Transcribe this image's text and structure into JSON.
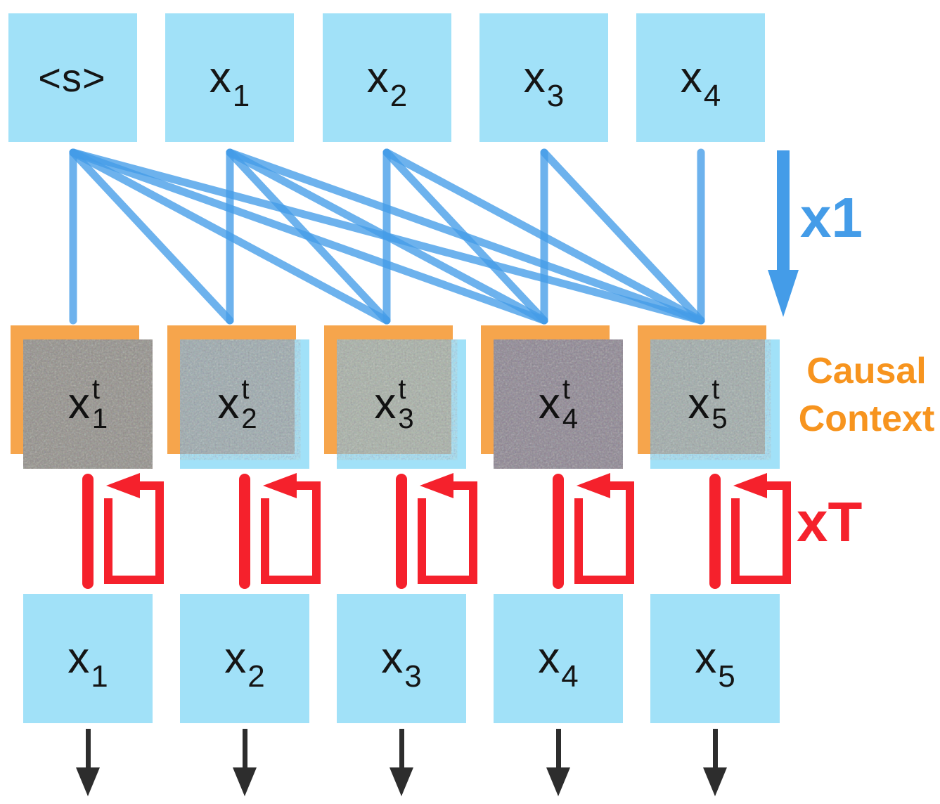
{
  "colors": {
    "box_blue": "#A1E1F8",
    "line_blue": "#449CE8",
    "orange": "#F6A54C",
    "orange_text": "#F7941E",
    "red": "#F5212C"
  },
  "top_row": [
    {
      "text": "<s>",
      "sub": ""
    },
    {
      "text": "x",
      "sub": "1"
    },
    {
      "text": "x",
      "sub": "2"
    },
    {
      "text": "x",
      "sub": "3"
    },
    {
      "text": "x",
      "sub": "4"
    }
  ],
  "middle_row": [
    {
      "base": "x",
      "sup": "t",
      "sub": "1",
      "noise": "full",
      "noise_color": "#918E88"
    },
    {
      "base": "x",
      "sup": "t",
      "sub": "2",
      "noise": "partial",
      "noise_color": "#9BA5A7"
    },
    {
      "base": "x",
      "sup": "t",
      "sub": "3",
      "noise": "partial",
      "noise_color": "#A8AC9F"
    },
    {
      "base": "x",
      "sup": "t",
      "sub": "4",
      "noise": "full",
      "noise_color": "#8B8390"
    },
    {
      "base": "x",
      "sup": "t",
      "sub": "5",
      "noise": "partial",
      "noise_color": "#9FA7A3"
    }
  ],
  "bottom_row": [
    {
      "text": "x",
      "sub": "1"
    },
    {
      "text": "x",
      "sub": "2"
    },
    {
      "text": "x",
      "sub": "3"
    },
    {
      "text": "x",
      "sub": "4"
    },
    {
      "text": "x",
      "sub": "5"
    }
  ],
  "labels": {
    "pass_count": "x1",
    "iteration_count": "xT",
    "context_line1": "Causal",
    "context_line2": "Context"
  },
  "connections": [
    {
      "from": 0,
      "to": 0
    },
    {
      "from": 0,
      "to": 1
    },
    {
      "from": 0,
      "to": 2
    },
    {
      "from": 0,
      "to": 3
    },
    {
      "from": 0,
      "to": 4
    },
    {
      "from": 1,
      "to": 1
    },
    {
      "from": 1,
      "to": 2
    },
    {
      "from": 1,
      "to": 3
    },
    {
      "from": 1,
      "to": 4
    },
    {
      "from": 2,
      "to": 2
    },
    {
      "from": 2,
      "to": 3
    },
    {
      "from": 2,
      "to": 4
    },
    {
      "from": 3,
      "to": 3
    },
    {
      "from": 3,
      "to": 4
    },
    {
      "from": 4,
      "to": 4
    }
  ]
}
